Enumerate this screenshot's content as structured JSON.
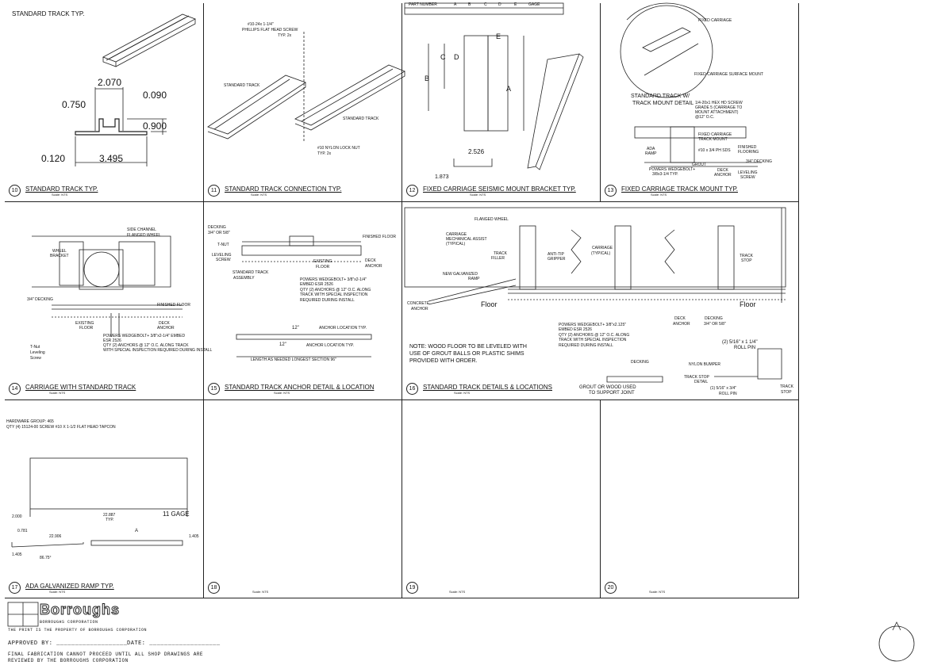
{
  "panels": {
    "p10": {
      "num": "10",
      "title": "STANDARD TRACK TYP.",
      "scale": "Scale: NTS",
      "heading": "STANDARD TRACK TYP.",
      "dims": [
        "2.070",
        "0.750",
        "0.090",
        "0.900",
        "0.120",
        "3.495"
      ]
    },
    "p11": {
      "num": "11",
      "title": "STANDARD TRACK CONNECTION TYP.",
      "scale": "Scale: NTS",
      "notes": [
        "#10-24x 1-1/4\"",
        "PHILLIPS FLAT HEAD SCREW",
        "TYP. 2x",
        "STANDARD TRACK",
        "STANDARD TRACK",
        "#10 NYLON LOCK NUT",
        "TYP. 2x"
      ]
    },
    "p12": {
      "num": "12",
      "title": "FIXED CARRIAGE SEISMIC MOUNT BRACKET TYP.",
      "scale": "Scale: NTS",
      "table_headers": [
        "PART NUMBER",
        "A",
        "B",
        "C",
        "D",
        "E",
        "GAGE"
      ],
      "dims": [
        "E",
        "C",
        "D",
        "B",
        "A",
        "2.526",
        "1.873"
      ]
    },
    "p13": {
      "num": "13",
      "title": "FIXED CARRIAGE TRACK MOUNT TYP.",
      "scale": "Scale: NTS",
      "notes": [
        "FIXED CARRIAGE",
        "FIXED CARRIAGE SURFACE MOUNT",
        "STANDARD TRACK W/",
        "TRACK MOUNT DETAIL",
        "1/4-20x1 HEX HD SCREW",
        "GRADE 5 (CARRIAGE TO",
        "MOUNT ATTACHMENT)",
        "@12\" O.C.",
        "FIXED CARRIAGE",
        "TRACK MOUNT",
        "ADA",
        "RAMP",
        "#10 x 3/4 PH SDS",
        "FINISHED",
        "FLOORING",
        "3/4\" DECKING",
        "POWERS WEDGEBOLT+",
        "3/8x3-1/4 TYP.",
        "GROUT",
        "DECK",
        "ANCHOR",
        "LEVELING",
        "SCREW"
      ]
    },
    "p14": {
      "num": "14",
      "title": "CARRIAGE WITH STANDARD TRACK",
      "scale": "Scale: NTS",
      "notes": [
        "SIDE CHANNEL",
        "FLANGED WHEEL",
        "WHEEL",
        "BRACKET",
        "3/4\" DECKING",
        "FINISHED FLOOR",
        "EXISTING",
        "FLOOR",
        "DECK",
        "ANCHOR",
        "POWERS WEDGEBOLT+ 3/8\"x2-1/4\" EMBED",
        "ESR 2526",
        "QTY (2) ANCHORS @ 12\" O.C. ALONG TRACK",
        "WITH SPECIAL INSPECTION REQUIRED DURING INSTALL",
        "T-Nut",
        "Leveling",
        "Screw"
      ]
    },
    "p15": {
      "num": "15",
      "title": "STANDARD TRACK ANCHOR DETAIL & LOCATION",
      "scale": "Scale: NTS",
      "notes": [
        "DECKING",
        "3/4\" OR 5/8\"",
        "T-NUT",
        "LEVELING",
        "SCREW",
        "STANDARD TRACK",
        "ASSEMBLY",
        "EXISTING",
        "FLOOR",
        "DECK",
        "ANCHOR",
        "FINISHED FLOOR",
        "POWERS WEDGEBOLT+ 3/8\"x2-1/4\"",
        "EMBED ESR 2526",
        "QTY (2) ANCHORS @ 12\" O.C. ALONG",
        "TRACK WITH SPECIAL INSPECTION",
        "REQUIRED DURING INSTALL",
        "12\"",
        "ANCHOR LOCATION TYP.",
        "12\"",
        "ANCHOR LOCATION TYP.",
        "LENGTH AS NEEDED LONGEST SECTION 96\""
      ]
    },
    "p16": {
      "num": "16",
      "title": "STANDARD TRACK DETAILS & LOCATIONS",
      "scale": "Scale: NTS",
      "notes": [
        "FLANGED WHEEL",
        "CARRIAGE",
        "MECHANICAL ASSIST",
        "(TYPICAL)",
        "TRACK",
        "FILLER",
        "ANTI-TIP",
        "GRIPPER",
        "CARRIAGE",
        "(TYPICAL)",
        "TRACK",
        "STOP",
        "NEW GALVANIZED",
        "RAMP",
        "CONCRETE",
        "ANCHOR",
        "Floor",
        "Floor",
        "POWERS WEDGEBOLT+ 3/8\"x2.125\"",
        "EMBED ESR 2526",
        "QTY (2) ANCHORS @ 12\" O.C. ALONG",
        "TRACK WITH SPECIAL INSPECTION",
        "REQUIRED DURING INSTALL",
        "DECK",
        "ANCHOR",
        "DECKING",
        "3/4\" OR 5/8\"",
        "DECKING",
        "GROUT OR WOOD USED",
        "TO SUPPORT JOINT",
        "NYLON BUMPER",
        "TRACK STOP",
        "DETAIL",
        "(1) 5/16\" x 3/4\"",
        "ROLL PIN",
        "TRACK",
        "STOP",
        "(2) 5/16\" x 1 1/4\"",
        "ROLL PIN"
      ],
      "note": [
        "NOTE: WOOD FLOOR TO BE LEVELED WITH",
        "USE OF GROUT BALLS OR PLASTIC SHIMS",
        "PROVIDED WITH ORDER."
      ]
    },
    "p17": {
      "num": "17",
      "title": "ADA GALVANIZED RAMP TYP.",
      "scale": "Scale: NTS",
      "hardware": [
        "HARDWARE GROUP: 465",
        "QTY (4) 15124-00   SCREW #10 X 1-1/2 FLAT HEAD TAPCON"
      ],
      "dims": [
        "2.000",
        "22.887",
        "TYP.",
        "11 GAGE",
        "0.781",
        "22.906",
        "A",
        "1.405",
        "1.405",
        "86.75°"
      ]
    },
    "p18": {
      "num": "18",
      "title": "",
      "scale": "Scale: NTS"
    },
    "p19": {
      "num": "19",
      "title": "",
      "scale": "Scale: NTS"
    },
    "p20": {
      "num": "20",
      "title": "",
      "scale": "Scale: NTS"
    }
  },
  "title_block": {
    "brand": "Borroughs",
    "sub": "BORROUGHS CORPORATION",
    "line": "THE PRINT IS THE PROPERTY OF BORROUGHS CORPORATION",
    "approved": "APPROVED BY: ___________________",
    "date": "DATE: ___________________",
    "final1": "FINAL FABRICATION CANNOT PROCEED UNTIL ALL SHOP DRAWINGS ARE",
    "final2": "REVIEWED BY THE BORROUGHS CORPORATION"
  }
}
